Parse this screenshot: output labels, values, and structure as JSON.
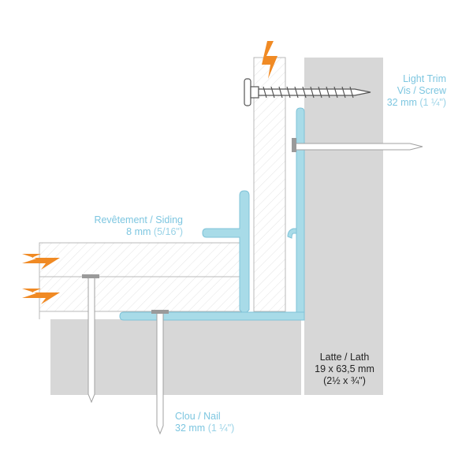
{
  "labels": {
    "screw": {
      "line1": "Light Trim",
      "line2": "Vis / Screw",
      "line3_main": "32 mm",
      "line3_alt": "(1 ¼\")"
    },
    "siding": {
      "line1": "Revêtement / Siding",
      "line2_main": "8 mm",
      "line2_alt": "(5/16\")"
    },
    "lath": {
      "line1": "Latte / Lath",
      "line2": "19 x 63,5 mm",
      "line3": "(2½ x ¾\")"
    },
    "nail": {
      "line1": "Clou / Nail",
      "line2_main": "32 mm",
      "line2_alt": "(1 ¼\")"
    }
  },
  "colors": {
    "trim": "#a8dbe8",
    "trim_stroke": "#7fc3d8",
    "label_blue": "#7dc6e0",
    "substrate": "#d7d7d7",
    "board": "#ffffff",
    "hatch": "#e3e3e3",
    "outline": "#b8b8b8",
    "arrow": "#f08a24",
    "fastener": "#9a9a9a"
  },
  "icons": [
    "lightning-arrow-icon"
  ]
}
